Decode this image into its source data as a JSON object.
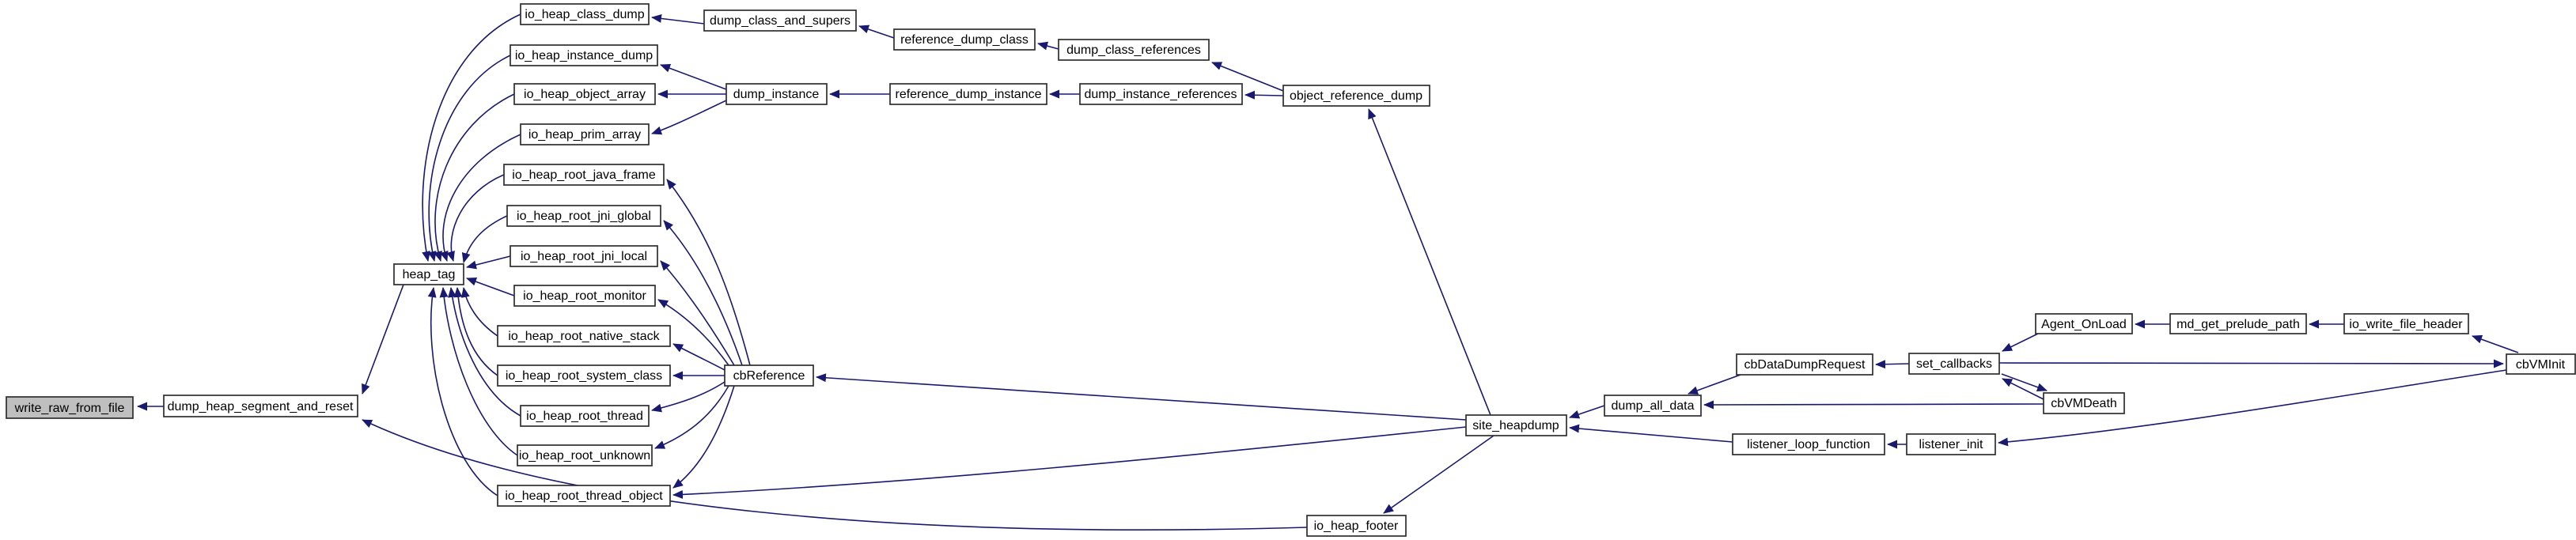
{
  "diagram": {
    "kind": "call-graph",
    "colors": {
      "edge": "#191970",
      "node_border": "#2e2e2e",
      "node_fill": "#ffffff",
      "root_node_fill": "#bfbfbf",
      "background": "#ffffff",
      "text": "#000000"
    }
  },
  "nodes": [
    {
      "id": "write_raw_from_file",
      "label": "write_raw_from_file",
      "root": true
    },
    {
      "id": "dump_heap_segment_and_reset",
      "label": "dump_heap_segment_and_reset"
    },
    {
      "id": "heap_tag",
      "label": "heap_tag"
    },
    {
      "id": "io_heap_class_dump",
      "label": "io_heap_class_dump"
    },
    {
      "id": "io_heap_instance_dump",
      "label": "io_heap_instance_dump"
    },
    {
      "id": "io_heap_object_array",
      "label": "io_heap_object_array"
    },
    {
      "id": "io_heap_prim_array",
      "label": "io_heap_prim_array"
    },
    {
      "id": "io_heap_root_java_frame",
      "label": "io_heap_root_java_frame"
    },
    {
      "id": "io_heap_root_jni_global",
      "label": "io_heap_root_jni_global"
    },
    {
      "id": "io_heap_root_jni_local",
      "label": "io_heap_root_jni_local"
    },
    {
      "id": "io_heap_root_monitor",
      "label": "io_heap_root_monitor"
    },
    {
      "id": "io_heap_root_native_stack",
      "label": "io_heap_root_native_stack"
    },
    {
      "id": "io_heap_root_system_class",
      "label": "io_heap_root_system_class"
    },
    {
      "id": "io_heap_root_thread",
      "label": "io_heap_root_thread"
    },
    {
      "id": "io_heap_root_unknown",
      "label": "io_heap_root_unknown"
    },
    {
      "id": "io_heap_root_thread_object",
      "label": "io_heap_root_thread_object"
    },
    {
      "id": "cbReference",
      "label": "cbReference"
    },
    {
      "id": "dump_class_and_supers",
      "label": "dump_class_and_supers"
    },
    {
      "id": "dump_instance",
      "label": "dump_instance"
    },
    {
      "id": "reference_dump_class",
      "label": "reference_dump_class"
    },
    {
      "id": "dump_class_references",
      "label": "dump_class_references"
    },
    {
      "id": "reference_dump_instance",
      "label": "reference_dump_instance"
    },
    {
      "id": "dump_instance_references",
      "label": "dump_instance_references"
    },
    {
      "id": "object_reference_dump",
      "label": "object_reference_dump"
    },
    {
      "id": "site_heapdump",
      "label": "site_heapdump"
    },
    {
      "id": "io_heap_footer",
      "label": "io_heap_footer"
    },
    {
      "id": "dump_all_data",
      "label": "dump_all_data"
    },
    {
      "id": "cbDataDumpRequest",
      "label": "cbDataDumpRequest"
    },
    {
      "id": "set_callbacks",
      "label": "set_callbacks"
    },
    {
      "id": "listener_loop_function",
      "label": "listener_loop_function"
    },
    {
      "id": "listener_init",
      "label": "listener_init"
    },
    {
      "id": "Agent_OnLoad",
      "label": "Agent_OnLoad"
    },
    {
      "id": "md_get_prelude_path",
      "label": "md_get_prelude_path"
    },
    {
      "id": "io_write_file_header",
      "label": "io_write_file_header"
    },
    {
      "id": "cbVMDeath",
      "label": "cbVMDeath"
    },
    {
      "id": "cbVMInit",
      "label": "cbVMInit"
    }
  ],
  "edges": [
    {
      "from": "dump_heap_segment_and_reset",
      "to": "write_raw_from_file"
    },
    {
      "from": "heap_tag",
      "to": "dump_heap_segment_and_reset"
    },
    {
      "from": "io_heap_footer",
      "to": "dump_heap_segment_and_reset"
    },
    {
      "from": "io_heap_class_dump",
      "to": "heap_tag"
    },
    {
      "from": "io_heap_instance_dump",
      "to": "heap_tag"
    },
    {
      "from": "io_heap_object_array",
      "to": "heap_tag"
    },
    {
      "from": "io_heap_prim_array",
      "to": "heap_tag"
    },
    {
      "from": "io_heap_root_java_frame",
      "to": "heap_tag"
    },
    {
      "from": "io_heap_root_jni_global",
      "to": "heap_tag"
    },
    {
      "from": "io_heap_root_jni_local",
      "to": "heap_tag"
    },
    {
      "from": "io_heap_root_monitor",
      "to": "heap_tag"
    },
    {
      "from": "io_heap_root_native_stack",
      "to": "heap_tag"
    },
    {
      "from": "io_heap_root_system_class",
      "to": "heap_tag"
    },
    {
      "from": "io_heap_root_thread",
      "to": "heap_tag"
    },
    {
      "from": "io_heap_root_unknown",
      "to": "heap_tag"
    },
    {
      "from": "io_heap_root_thread_object",
      "to": "heap_tag"
    },
    {
      "from": "dump_class_and_supers",
      "to": "io_heap_class_dump"
    },
    {
      "from": "reference_dump_class",
      "to": "dump_class_and_supers"
    },
    {
      "from": "dump_class_references",
      "to": "reference_dump_class"
    },
    {
      "from": "object_reference_dump",
      "to": "dump_class_references"
    },
    {
      "from": "dump_instance",
      "to": "io_heap_instance_dump"
    },
    {
      "from": "dump_instance",
      "to": "io_heap_object_array"
    },
    {
      "from": "dump_instance",
      "to": "io_heap_prim_array"
    },
    {
      "from": "reference_dump_instance",
      "to": "dump_instance"
    },
    {
      "from": "dump_instance_references",
      "to": "reference_dump_instance"
    },
    {
      "from": "object_reference_dump",
      "to": "dump_instance_references"
    },
    {
      "from": "site_heapdump",
      "to": "object_reference_dump"
    },
    {
      "from": "site_heapdump",
      "to": "cbReference"
    },
    {
      "from": "site_heapdump",
      "to": "io_heap_root_thread_object"
    },
    {
      "from": "site_heapdump",
      "to": "io_heap_footer"
    },
    {
      "from": "cbReference",
      "to": "io_heap_root_java_frame"
    },
    {
      "from": "cbReference",
      "to": "io_heap_root_jni_global"
    },
    {
      "from": "cbReference",
      "to": "io_heap_root_jni_local"
    },
    {
      "from": "cbReference",
      "to": "io_heap_root_monitor"
    },
    {
      "from": "cbReference",
      "to": "io_heap_root_native_stack"
    },
    {
      "from": "cbReference",
      "to": "io_heap_root_system_class"
    },
    {
      "from": "cbReference",
      "to": "io_heap_root_thread"
    },
    {
      "from": "cbReference",
      "to": "io_heap_root_unknown"
    },
    {
      "from": "cbReference",
      "to": "io_heap_root_thread_object"
    },
    {
      "from": "dump_all_data",
      "to": "site_heapdump"
    },
    {
      "from": "listener_loop_function",
      "to": "site_heapdump"
    },
    {
      "from": "cbDataDumpRequest",
      "to": "dump_all_data"
    },
    {
      "from": "cbVMDeath",
      "to": "dump_all_data"
    },
    {
      "from": "set_callbacks",
      "to": "cbDataDumpRequest"
    },
    {
      "from": "Agent_OnLoad",
      "to": "set_callbacks"
    },
    {
      "from": "set_callbacks",
      "to": "cbVMDeath"
    },
    {
      "from": "cbVMDeath",
      "to": "set_callbacks"
    },
    {
      "from": "set_callbacks",
      "to": "cbVMInit"
    },
    {
      "from": "md_get_prelude_path",
      "to": "Agent_OnLoad"
    },
    {
      "from": "io_write_file_header",
      "to": "md_get_prelude_path"
    },
    {
      "from": "cbVMInit",
      "to": "io_write_file_header"
    },
    {
      "from": "cbVMInit",
      "to": "listener_init"
    },
    {
      "from": "listener_init",
      "to": "listener_loop_function"
    }
  ]
}
